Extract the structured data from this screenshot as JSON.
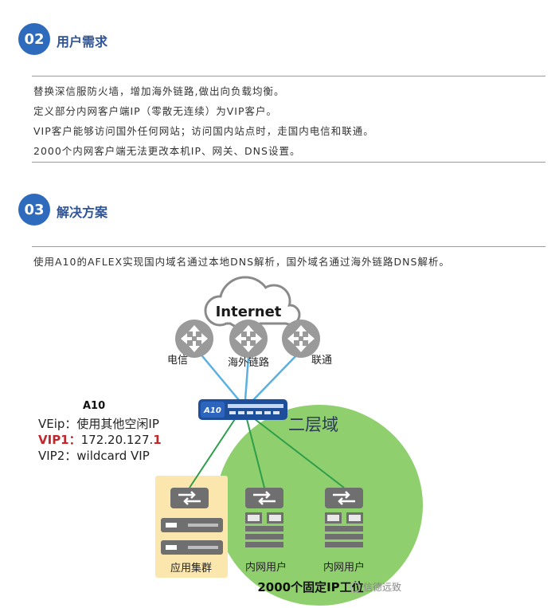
{
  "section2": {
    "number": "02",
    "title": "用户需求",
    "lines": [
      "替换深信服防火墙，增加海外链路,做出向负载均衡。",
      "定义部分内网客户端IP（零散无连续）为VIP客户。",
      "VIP客户能够访问国外任何网站；访问国内站点时，走国内电信和联通。",
      "2000个内网客户端无法更改本机IP、网关、DNS设置。"
    ]
  },
  "section3": {
    "number": "03",
    "title": "解决方案",
    "line": "使用A10的AFLEX实现国内域名通过本地DNS解析，国外域名通过海外链路DNS解析。"
  },
  "diagram": {
    "cloud_label": "Internet",
    "isp_labels": [
      "电信",
      "海外链路",
      "联通"
    ],
    "device_label": "A10",
    "device_logo": "A10",
    "veip": "VEip：使用其他空闲IP",
    "vip1_label": "VIP1：",
    "vip1_value_prefix": "172.20.127.",
    "vip1_value_suffix": "1",
    "vip2": "VIP2：wildcard VIP",
    "domain_label": "二层域",
    "cluster_label": "应用集群",
    "intranet_labels": [
      "内网用户",
      "内网用户"
    ],
    "bottom_caption": "2000个固定IP工位",
    "watermark": "信德远致",
    "colors": {
      "accent": "#2f6bbd",
      "domain_green": "#8fcf6e",
      "cluster_yellow": "#fbe7ae",
      "vip_red": "#c0282d",
      "link_blue": "#5ab0e0",
      "link_green": "#2e9e4a"
    }
  }
}
